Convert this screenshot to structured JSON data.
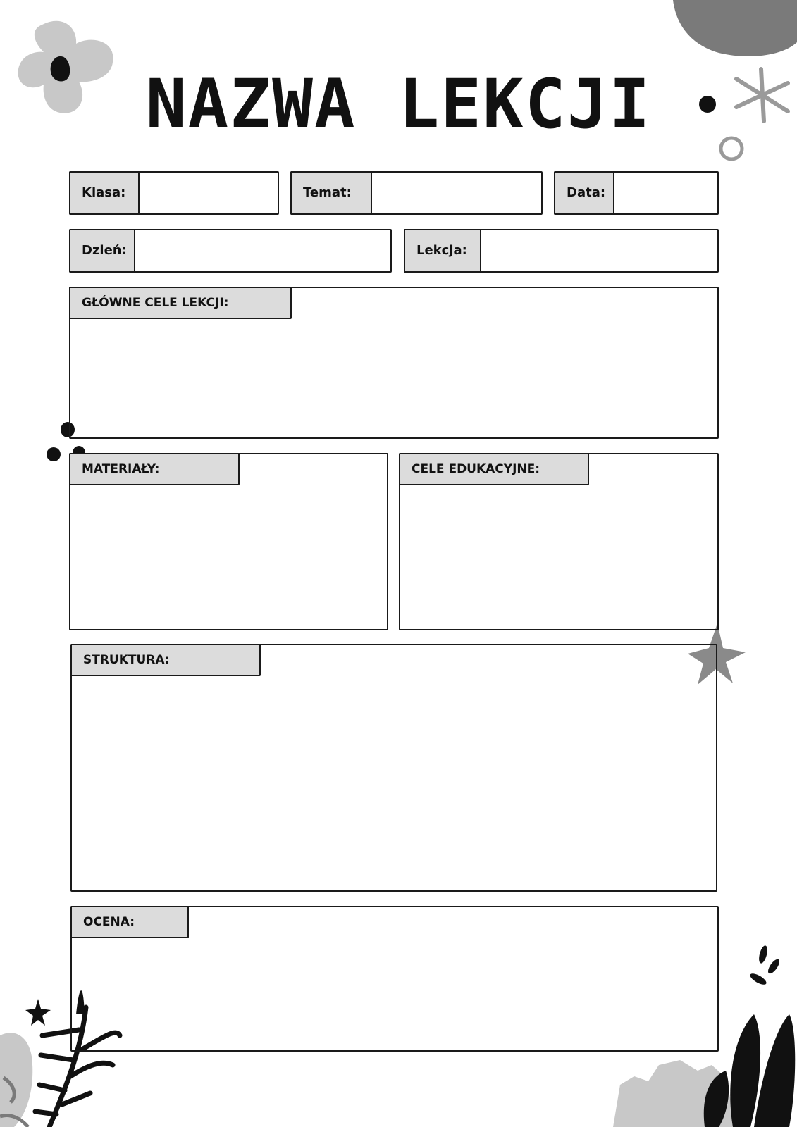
{
  "title": "NAZWA LEKCJI",
  "fields": {
    "klasa": "Klasa:",
    "temat": "Temat:",
    "data": "Data:",
    "dzien": "Dzień:",
    "lekcja": "Lekcja:"
  },
  "sections": {
    "glowne_cele": "GŁÓWNE CELE LEKCJI:",
    "materialy": "MATERIAŁY:",
    "cele_edukacyjne": "CELE EDUKACYJNE:",
    "struktura": "STRUKTURA:",
    "ocena": "OCENA:"
  },
  "colors": {
    "ink": "#1a1a1a",
    "label_fill": "#dcdcdc",
    "deco_dark_gray": "#7a7a7a",
    "deco_light_gray": "#c8c8c8"
  }
}
